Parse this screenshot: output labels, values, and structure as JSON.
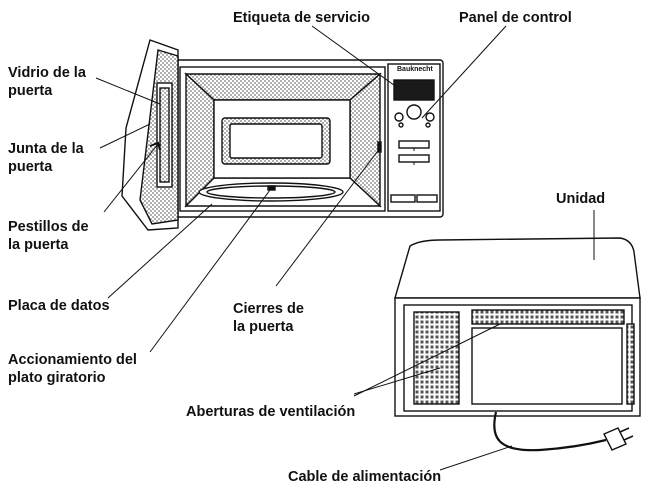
{
  "labels": {
    "service_tag": "Etiqueta de servicio",
    "control_panel": "Panel de control",
    "door_glass": [
      "Vidrio de la",
      "puerta"
    ],
    "door_seal": [
      "Junta de la",
      "puerta"
    ],
    "door_latches": [
      "Pestillos de",
      "la puerta"
    ],
    "data_plate": "Placa de datos",
    "door_locks": [
      "Cierres de",
      "la puerta"
    ],
    "turntable_drive": [
      "Accionamiento del",
      "plato giratorio"
    ],
    "unit": "Unidad",
    "ventilation": "Aberturas de ventilación",
    "power_cable": "Cable de alimentación"
  },
  "brand_badge": "Bauknecht",
  "colors": {
    "ink": "#111111",
    "hatch": "#8a8a8a",
    "display": "#1a1a1a"
  }
}
